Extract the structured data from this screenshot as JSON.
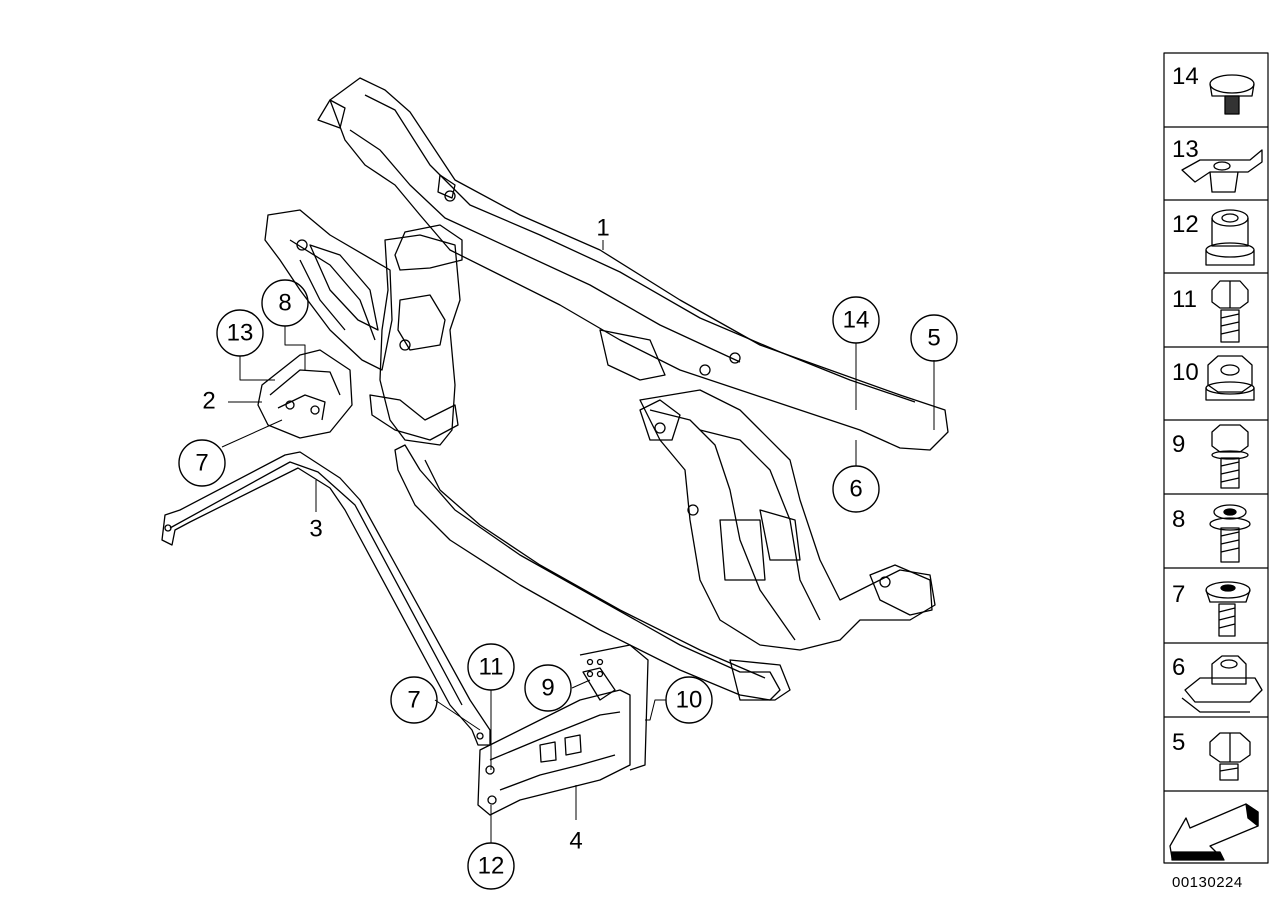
{
  "diagram": {
    "callouts": [
      {
        "id": "c1",
        "text": "1"
      },
      {
        "id": "c2",
        "text": "2"
      },
      {
        "id": "c3",
        "text": "3"
      },
      {
        "id": "c4",
        "text": "4"
      },
      {
        "id": "c5",
        "text": "5"
      },
      {
        "id": "c6",
        "text": "6"
      },
      {
        "id": "c7a",
        "text": "7"
      },
      {
        "id": "c7b",
        "text": "7"
      },
      {
        "id": "c8",
        "text": "8"
      },
      {
        "id": "c9",
        "text": "9"
      },
      {
        "id": "c10",
        "text": "10"
      },
      {
        "id": "c11",
        "text": "11"
      },
      {
        "id": "c12",
        "text": "12"
      },
      {
        "id": "c13",
        "text": "13"
      },
      {
        "id": "c14",
        "text": "14"
      }
    ]
  },
  "parts_legend": [
    {
      "number": "14",
      "icon": "flat-head-clip-icon"
    },
    {
      "number": "13",
      "icon": "spring-clip-icon"
    },
    {
      "number": "12",
      "icon": "flange-nut-icon"
    },
    {
      "number": "11",
      "icon": "hex-bolt-icon"
    },
    {
      "number": "10",
      "icon": "hex-nut-icon"
    },
    {
      "number": "9",
      "icon": "hex-bolt-long-icon"
    },
    {
      "number": "8",
      "icon": "washer-bolt-icon"
    },
    {
      "number": "7",
      "icon": "round-head-screw-icon"
    },
    {
      "number": "6",
      "icon": "clip-nut-icon"
    },
    {
      "number": "5",
      "icon": "short-hex-bolt-icon"
    }
  ],
  "document_number": "00130224"
}
